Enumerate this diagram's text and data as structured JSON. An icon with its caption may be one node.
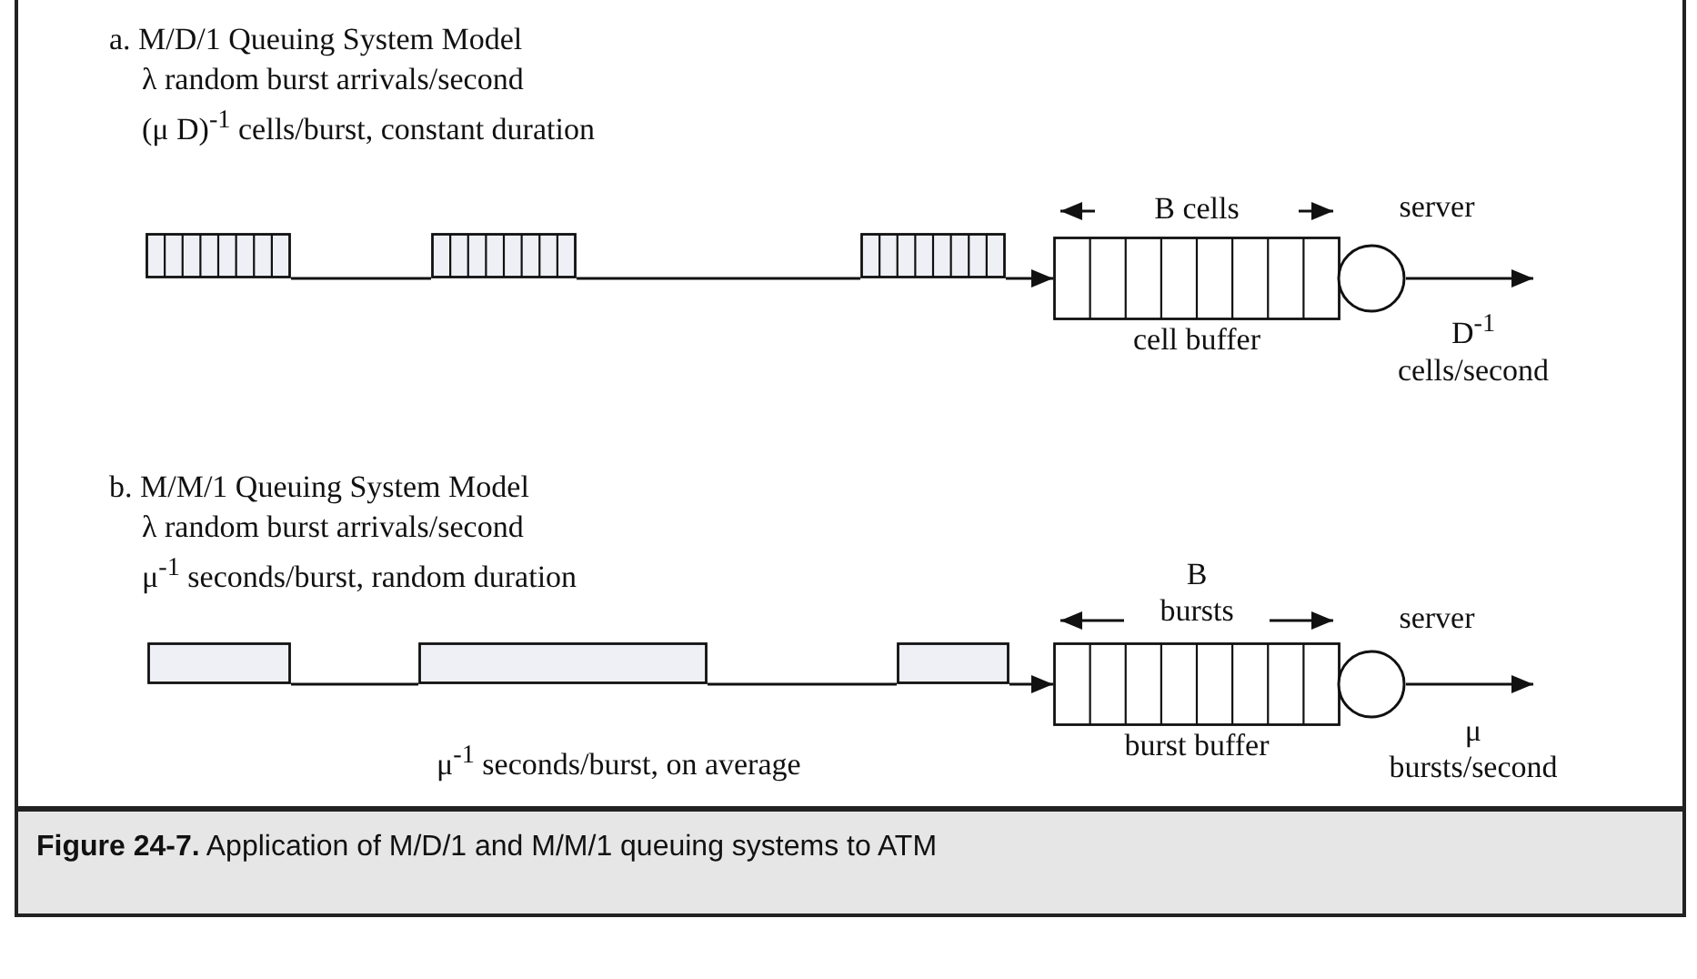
{
  "diagram": {
    "caption": "**Figure 24-7.** Application of M/D/1 and M/M/1 queuing systems to ATM",
    "nodes": [
      {
        "text": [],
        "shape": "bar"
      },
      {
        "text": [],
        "shape": "bar"
      },
      {
        "text": [],
        "shape": "bar"
      },
      {
        "text": [],
        "shape": "box",
        "beside": [
          "B cells",
          "cell buffer"
        ]
      },
      {
        "text": [],
        "shape": "circle",
        "beside": [
          "server"
        ]
      },
      {
        "text": [],
        "shape": "bar"
      },
      {
        "text": [],
        "shape": "bar"
      },
      {
        "text": [],
        "shape": "bar"
      },
      {
        "text": [],
        "shape": "box",
        "beside": [
          "B bursts",
          "burst buffer"
        ]
      },
      {
        "text": [],
        "shape": "circle",
        "beside": [
          "server"
        ]
      }
    ],
    "edges": [
      {
        "from": 0,
        "to": 1,
        "arrow": "none"
      },
      {
        "from": 1,
        "to": 2,
        "arrow": "none"
      },
      {
        "from": 2,
        "to": 3,
        "arrow": "to"
      },
      {
        "from": 4,
        "to": null,
        "arrow": "to",
        "label": "D$^{-1}$ cells/second"
      },
      {
        "from": 5,
        "to": 6,
        "arrow": "none"
      },
      {
        "from": 6,
        "to": 7,
        "arrow": "none"
      },
      {
        "from": 7,
        "to": 8,
        "arrow": "to"
      },
      {
        "from": 9,
        "to": null,
        "arrow": "to",
        "label": "μ bursts/second"
      }
    ],
    "labels": [
      "a. M/D/1 Queuing System Model",
      "λ random burst arrivals/second",
      "(μ D)$^{-1}$ cells/burst, constant duration",
      "b. M/M/1 Queuing System Model",
      "λ random burst arrivals/second",
      "μ$^{-1}$ seconds/burst, random duration",
      "μ$^{-1}$ seconds/burst, on average"
    ]
  }
}
